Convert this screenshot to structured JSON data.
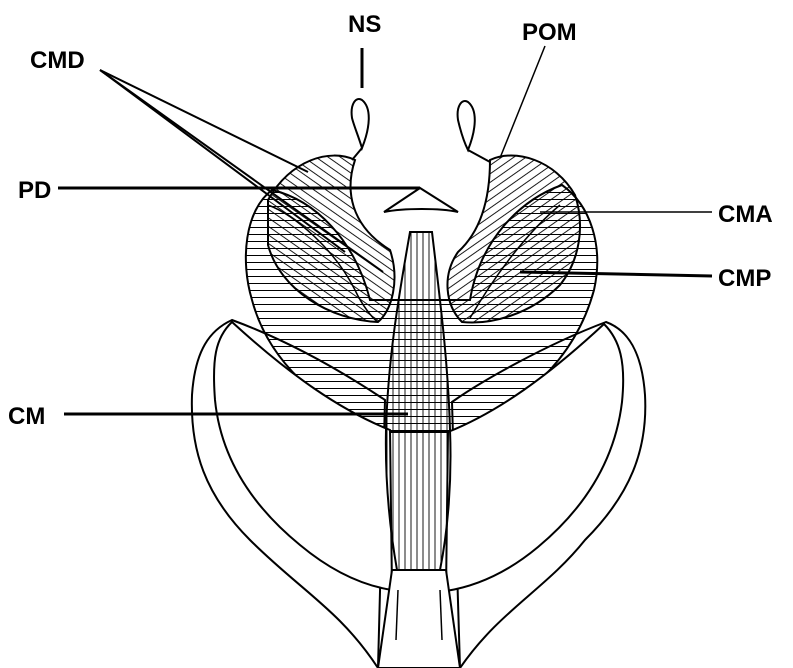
{
  "diagram": {
    "labels": {
      "ns": "NS",
      "pom": "POM",
      "cmd": "CMD",
      "pd": "PD",
      "cma": "CMA",
      "cmp": "CMP",
      "cm": "CM"
    },
    "colors": {
      "ink": "#000000",
      "paper": "#ffffff"
    }
  }
}
